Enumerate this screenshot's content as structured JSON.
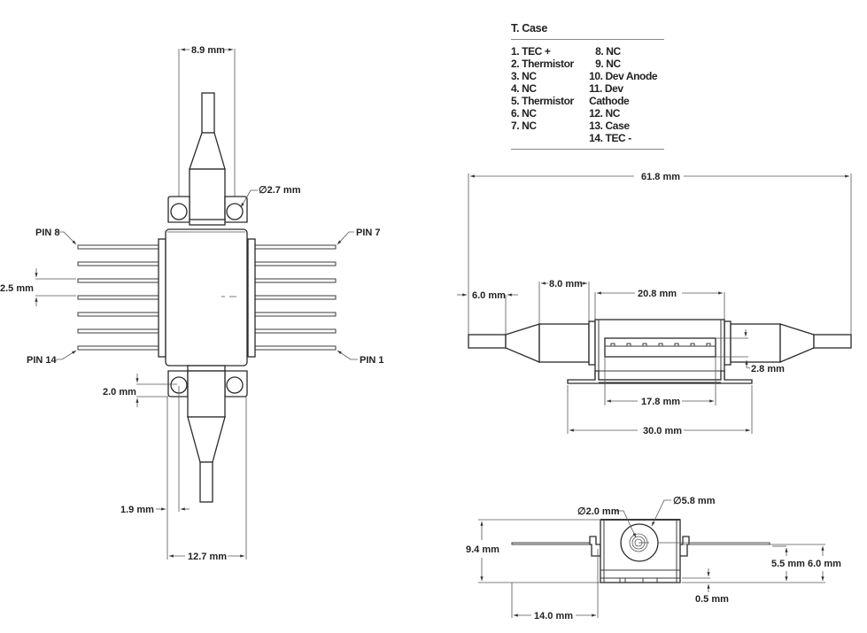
{
  "pin_table": {
    "title": "T. Case",
    "left_column": [
      "1. TEC +",
      "2. Thermistor",
      "3. NC",
      "4. NC",
      "5. Thermistor",
      "6. NC",
      "7. NC"
    ],
    "right_column": [
      "8. NC",
      "9. NC",
      "10. Dev Anode",
      "11. Dev Cathode",
      "12. NC",
      "13. Case",
      "14. TEC -"
    ]
  },
  "top_view": {
    "width_between_holes": "8.9 mm",
    "hole_diameter": "∅2.7 mm",
    "pin_pitch": "2.5 mm",
    "hole_offset_vertical": "2.0 mm",
    "hole_offset_horizontal": "1.9 mm",
    "flange_width": "12.7 mm",
    "pin_labels": {
      "pin8": "PIN 8",
      "pin7": "PIN 7",
      "pin14": "PIN 14",
      "pin1": "PIN 1"
    }
  },
  "side_view": {
    "overall_length": "61.8 mm",
    "fiber_boot_end": "6.0 mm",
    "boot_length": "8.0 mm",
    "body_length": "20.8 mm",
    "pin_row_height": "2.8 mm",
    "pin_span": "17.8 mm",
    "flange_length": "30.0 mm"
  },
  "end_view": {
    "fiber_diameter": "∅2.0 mm",
    "boot_diameter": "∅5.8 mm",
    "overall_height": "9.4 mm",
    "pin_height_a": "5.5 mm",
    "pin_height_b": "6.0 mm",
    "base_offset": "0.5 mm",
    "pin_length": "14.0 mm"
  }
}
